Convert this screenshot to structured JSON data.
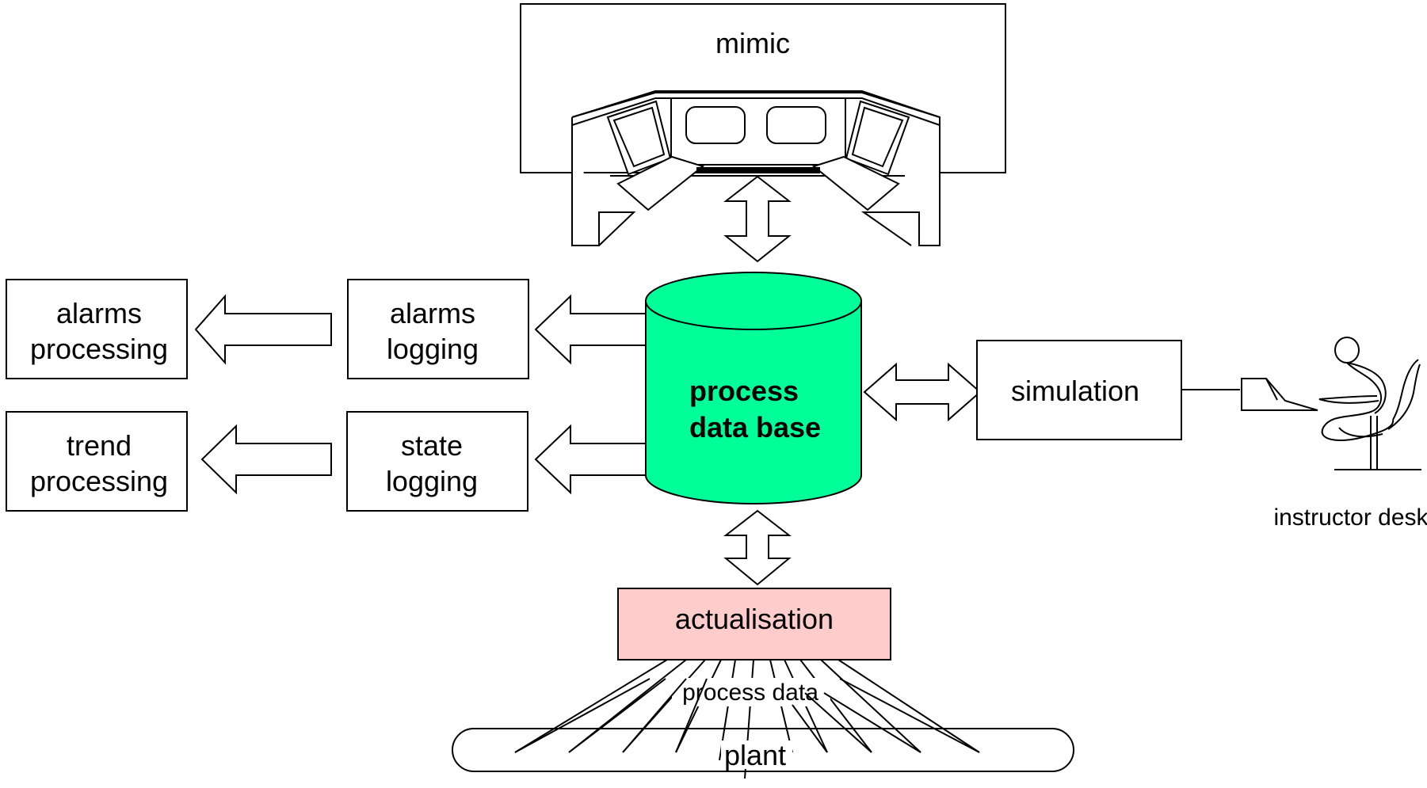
{
  "colors": {
    "database_fill": "#00ff99",
    "actualisation_fill": "#ffcccc",
    "line": "#000000",
    "background": "#ffffff"
  },
  "labels": {
    "mimic": "mimic",
    "alarms_processing": [
      "alarms",
      "processing"
    ],
    "alarms_logging": [
      "alarms",
      "logging"
    ],
    "trend_processing": [
      "trend",
      "processing"
    ],
    "state_logging": [
      "state",
      "logging"
    ],
    "process_data_base": [
      "process",
      "data base"
    ],
    "simulation": "simulation",
    "instructor_desk": "instructor desk",
    "actualisation": "actualisation",
    "process_data": "process data",
    "plant": "plant"
  },
  "icons": {
    "control_console": "control-console-icon",
    "instructor": "instructor-figure-icon"
  }
}
